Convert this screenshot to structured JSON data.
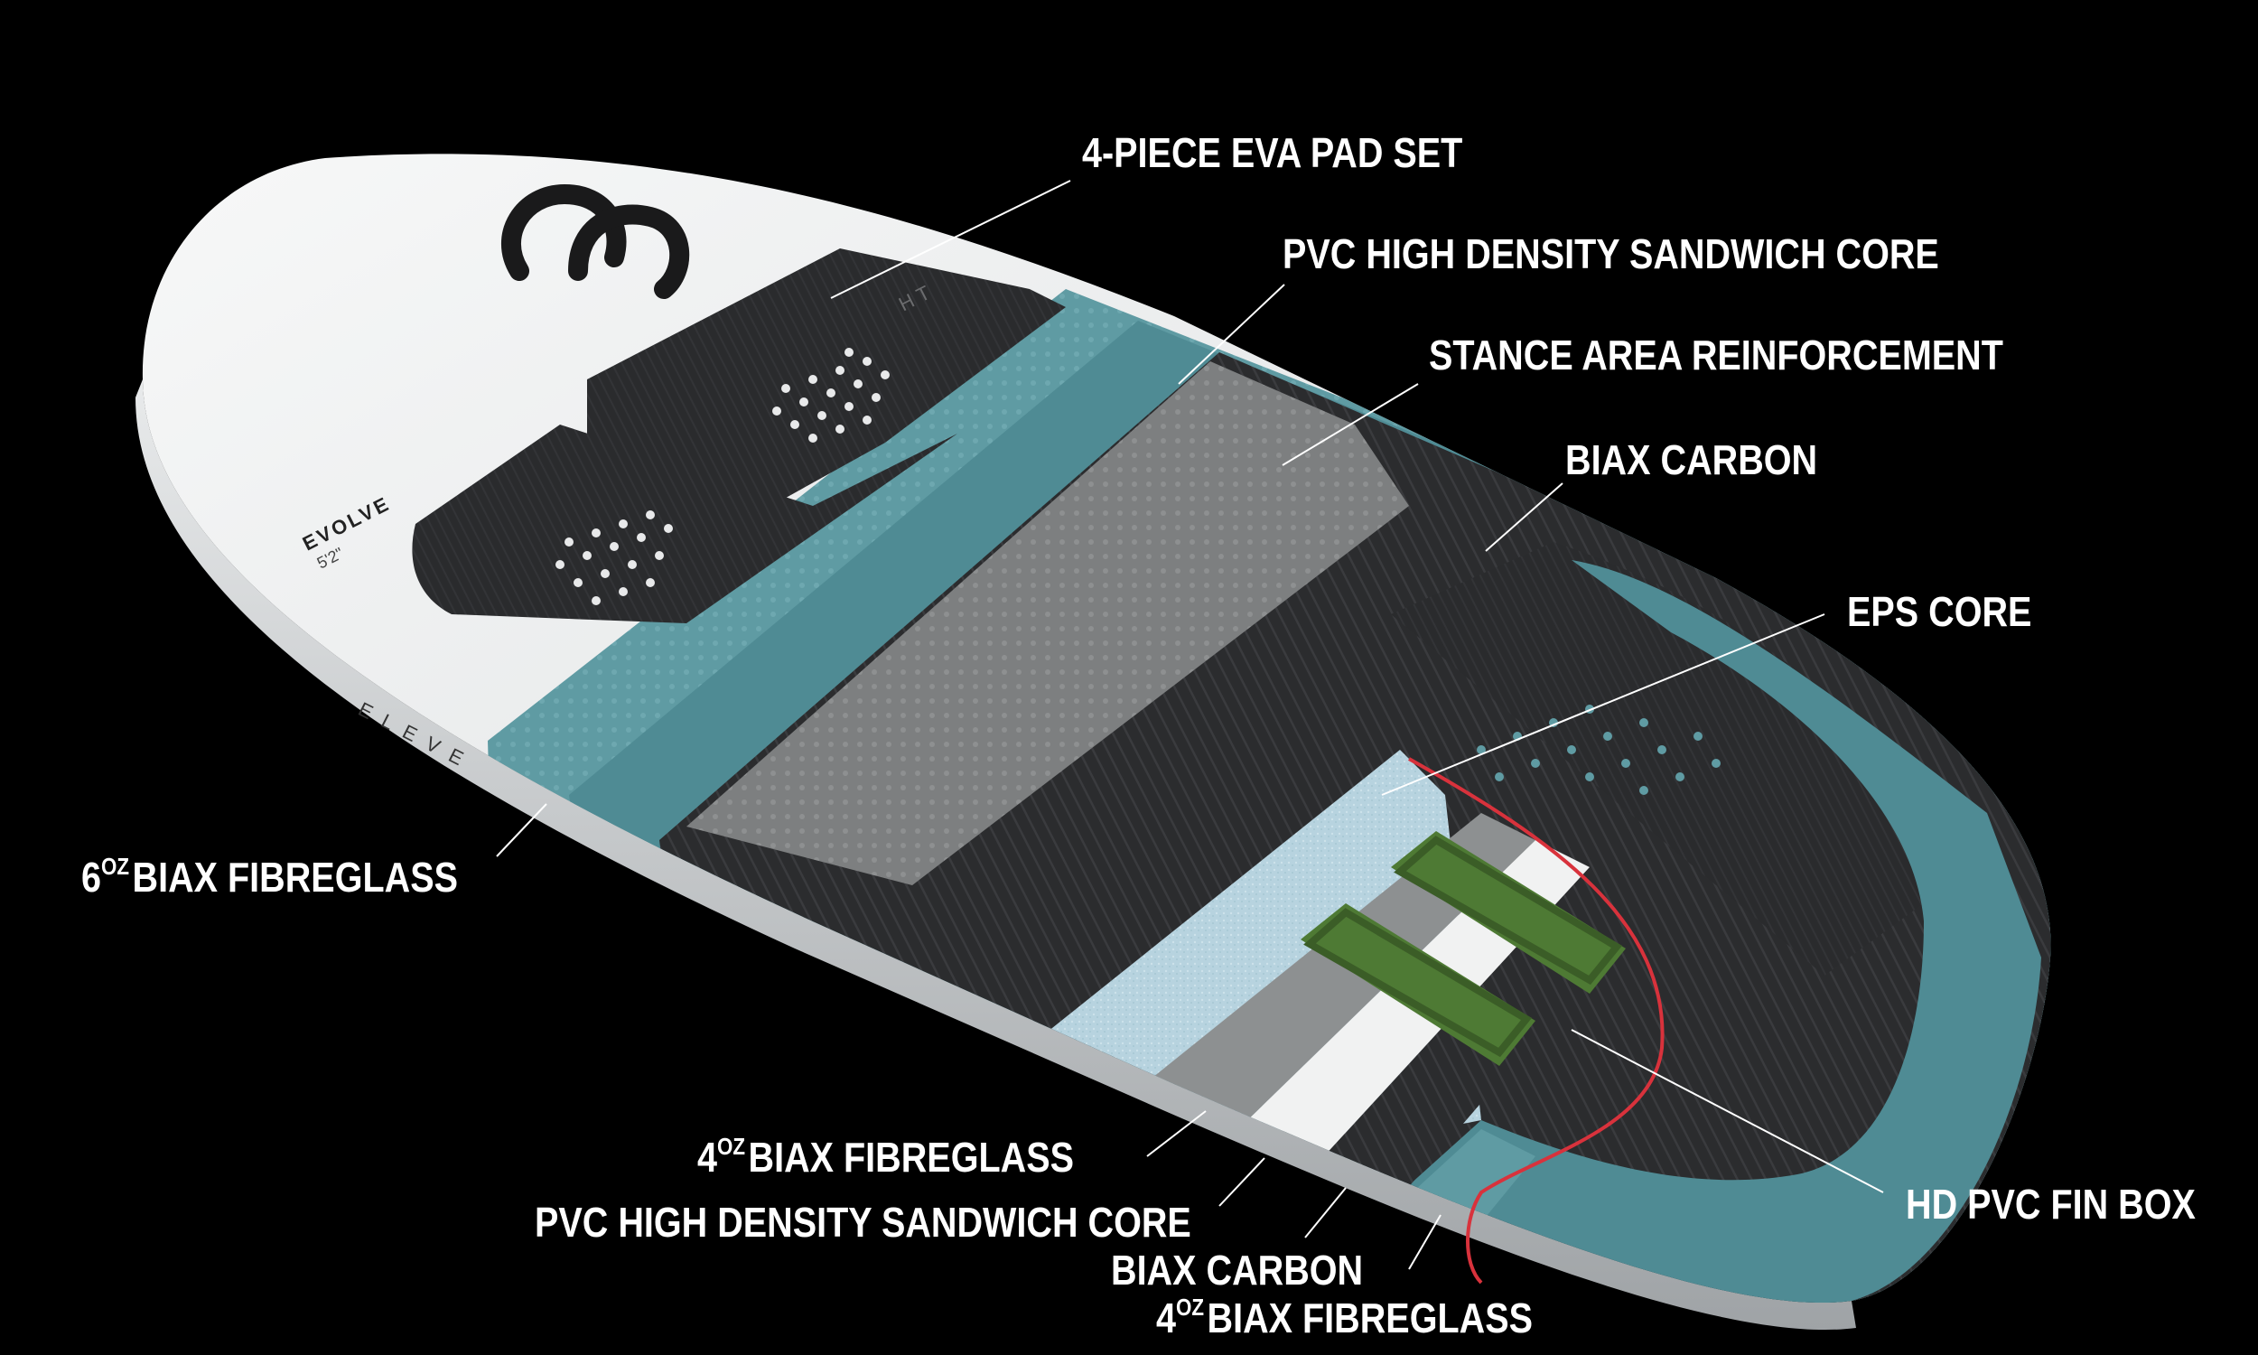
{
  "labels": {
    "eva_pad": "4-PIECE EVA PAD SET",
    "pvc_core_top": "PVC HIGH DENSITY SANDWICH CORE",
    "stance": "STANCE AREA REINFORCEMENT",
    "biax_carbon_top": "BIAX CARBON",
    "eps_core": "EPS CORE",
    "fibreglass_6": {
      "num": "6",
      "sup": "OZ",
      "text": "BIAX FIBREGLASS"
    },
    "fibreglass_4a": {
      "num": "4",
      "sup": "OZ",
      "text": "BIAX FIBREGLASS"
    },
    "pvc_core_bottom": "PVC HIGH DENSITY SANDWICH CORE",
    "biax_carbon_bottom": "BIAX CARBON",
    "fibreglass_4b": {
      "num": "4",
      "sup": "OZ",
      "text": "BIAX FIBREGLASS"
    },
    "fin_box": "HD PVC FIN BOX"
  },
  "board": {
    "model": "EVOLVE",
    "size": "5'2\"",
    "rail_brand": "ELEVE",
    "pad_mark": "HT"
  },
  "colors": {
    "background": "#000000",
    "deck": "#e9ebec",
    "pad": "#2a2b2d",
    "teal": "#5f9ba3",
    "teal_dark": "#3f7f88",
    "carbon": "#2b2c2e",
    "stance_grey": "#7d7f80",
    "eps": "#b7d3df",
    "fin_box": "#4e7a34",
    "rail_red": "#d8323c",
    "label": "#ffffff"
  }
}
